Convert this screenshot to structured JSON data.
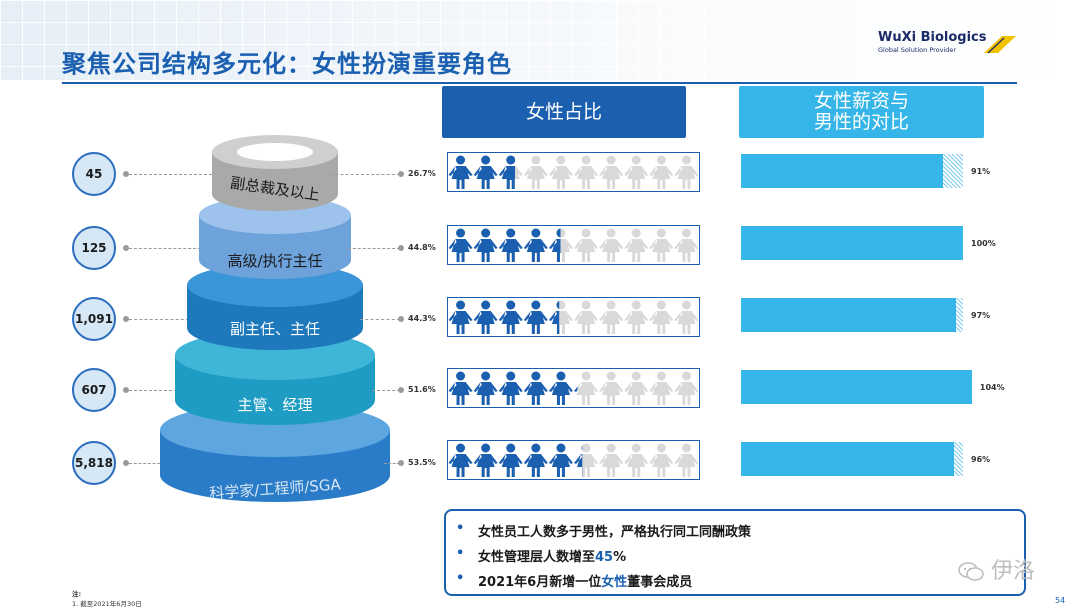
{
  "slide": {
    "title": "聚焦公司结构多元化：女性扮演重要角色",
    "page_number": "54"
  },
  "logo": {
    "name": "WuXi Biologics",
    "tagline": "Global Solution Provider"
  },
  "headers": {
    "female_ratio": "女性占比",
    "female_pay_line1": "女性薪资与",
    "female_pay_line2": "男性的对比"
  },
  "tiers": [
    {
      "label": "副总裁及以上",
      "count": "45",
      "female_pct": "26.7%",
      "female_fraction": 0.267,
      "pay_ratio": "91%",
      "pay_value": 0.91
    },
    {
      "label": "高级/执行主任",
      "count": "125",
      "female_pct": "44.8%",
      "female_fraction": 0.448,
      "pay_ratio": "100%",
      "pay_value": 1.0
    },
    {
      "label": "副主任、主任",
      "count": "1,091",
      "female_pct": "44.3%",
      "female_fraction": 0.443,
      "pay_ratio": "97%",
      "pay_value": 0.97
    },
    {
      "label": "主管、经理",
      "count": "607",
      "female_pct": "51.6%",
      "female_fraction": 0.516,
      "pay_ratio": "104%",
      "pay_value": 1.04
    },
    {
      "label": "科学家/工程师/SGA",
      "count": "5,818",
      "female_pct": "53.5%",
      "female_fraction": 0.535,
      "pay_ratio": "96%",
      "pay_value": 0.96
    }
  ],
  "notes": {
    "n1": "女性员工人数多于男性，严格执行同工同酬政策",
    "n2_prefix": "女性管理层人数增至",
    "n2_value": "45",
    "n2_suffix": "%",
    "n3_prefix": "2021年6月新增一位",
    "n3_highlight": "女性",
    "n3_suffix": "董事会成员"
  },
  "footnote": {
    "label": "注:",
    "item": "1. 截至2021年6月30日"
  },
  "watermark": "伊洛",
  "colors": {
    "dark_blue": "#1a5fb0",
    "light_blue": "#36b6e8",
    "person_gray": "#d9d9d9"
  }
}
